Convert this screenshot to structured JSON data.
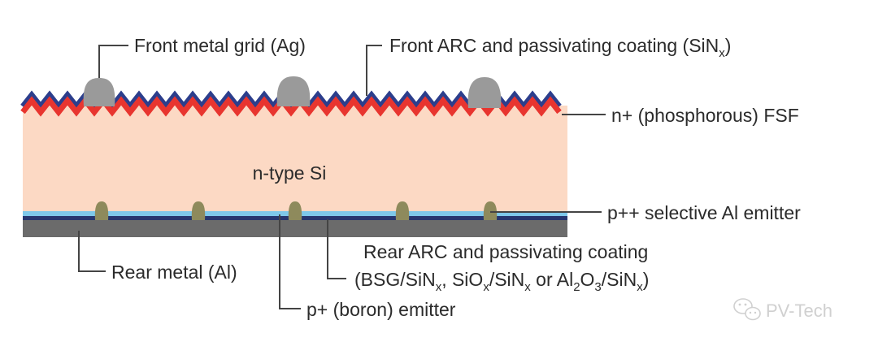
{
  "labels": {
    "front_grid": "Front metal grid (Ag)",
    "front_arc": "Front ARC and passivating coating (SiN",
    "front_arc_sub": "x",
    "front_arc_close": ")",
    "fsf": "n+ (phosphorous) FSF",
    "substrate": "n-type Si",
    "selective_emitter": "p++ selective Al emitter",
    "rear_arc_line1": "Rear ARC and passivating coating",
    "rear_arc_line2": {
      "p1": "(BSG/SiN",
      "s1": "x",
      "p2": ", SiO",
      "s2": "x",
      "p3": "/SiN",
      "s3": "x",
      "p4": " or Al",
      "s4": "2",
      "p5": "O",
      "s5": "3",
      "p6": "/SiN",
      "s6": "x",
      "p7": ")"
    },
    "rear_metal": "Rear metal (Al)",
    "boron_emitter": "p+ (boron) emitter"
  },
  "watermark": {
    "text": "PV-Tech",
    "icon": "wechat-icon"
  },
  "colors": {
    "substrate": "#fcd9c4",
    "fsf": "#e8352f",
    "front_arc": "#2c3e8c",
    "front_grid": "#9a9a9a",
    "rear_boron_emitter": "#7ec8ea",
    "rear_arc": "#26366f",
    "rear_metal": "#6b6b6b",
    "al_emitter": "#8e8a5c",
    "leader": "#444444"
  }
}
